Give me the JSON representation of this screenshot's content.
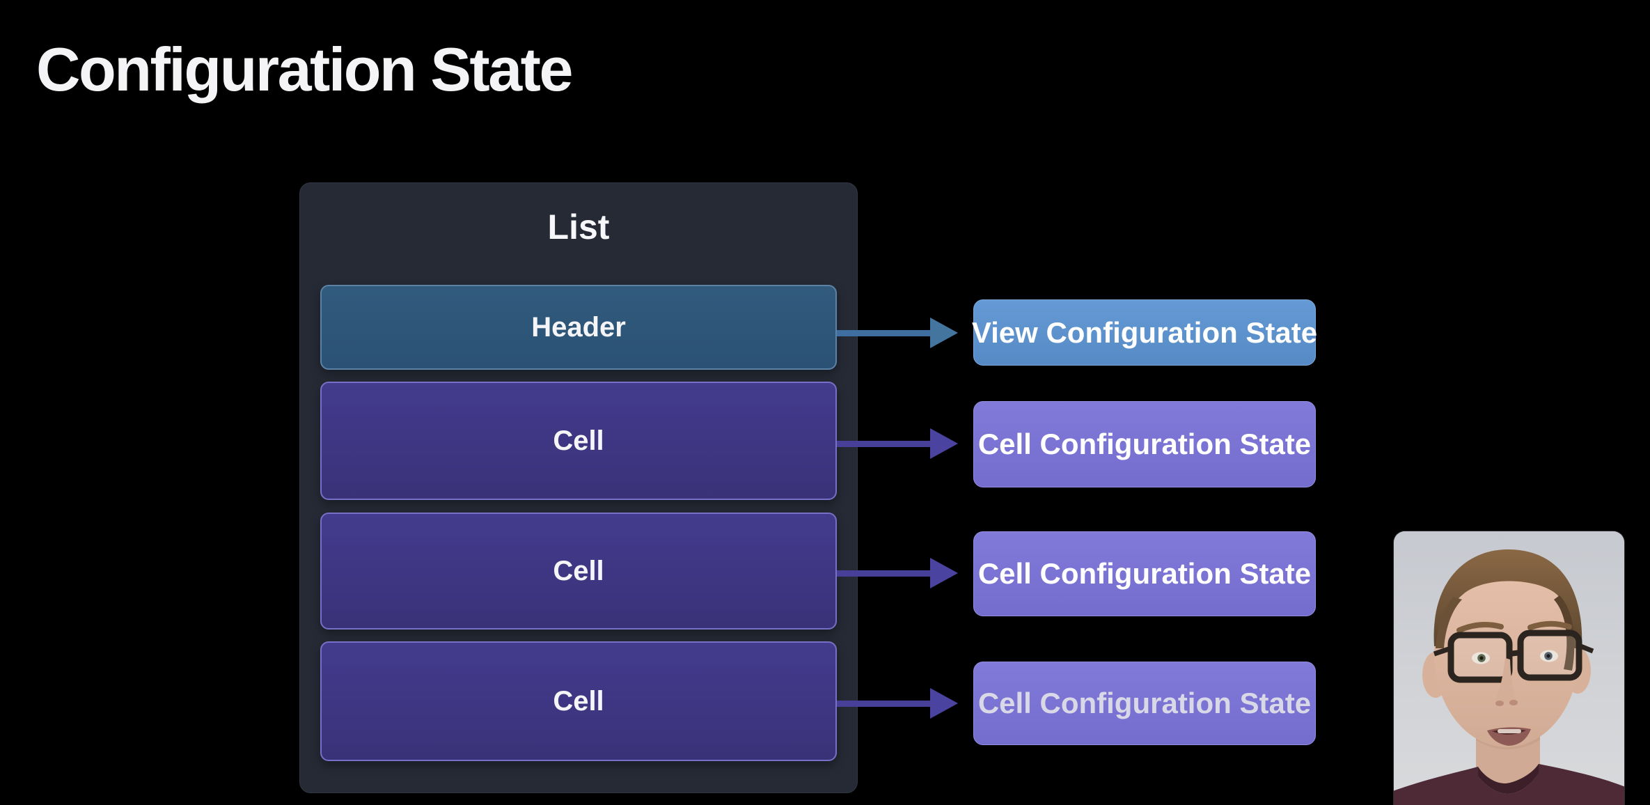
{
  "slide": {
    "title": "Configuration State",
    "background_color": "#000000",
    "title_color": "#f4f4f6"
  },
  "diagram": {
    "list": {
      "title": "List",
      "container_color": "#252a35",
      "rows": [
        {
          "label": "Header",
          "type": "header",
          "fill_color": "#2e5678",
          "border_color": "#5c82a6"
        },
        {
          "label": "Cell",
          "type": "cell",
          "fill_color": "#3e3783",
          "border_color": "#7670c6"
        },
        {
          "label": "Cell",
          "type": "cell",
          "fill_color": "#3e3783",
          "border_color": "#7670c6"
        },
        {
          "label": "Cell",
          "type": "cell",
          "fill_color": "#3e3783",
          "border_color": "#7670c6"
        }
      ]
    },
    "arrows": [
      {
        "from": "Header",
        "to": "View Configuration State",
        "color": "#3e6fa0"
      },
      {
        "from": "Cell",
        "to": "Cell Configuration State",
        "color": "#474099"
      },
      {
        "from": "Cell",
        "to": "Cell Configuration State",
        "color": "#474099"
      },
      {
        "from": "Cell",
        "to": "Cell Configuration State",
        "color": "#474099"
      }
    ],
    "state_boxes": [
      {
        "label": "View Configuration State",
        "fill_color": "#5b90ca"
      },
      {
        "label": "Cell Configuration State",
        "fill_color": "#7b74d4"
      },
      {
        "label": "Cell Configuration State",
        "fill_color": "#7b74d4"
      },
      {
        "label": "Cell Configuration State",
        "fill_color": "#7873cf"
      }
    ]
  },
  "presenter_video": {
    "description": "Presenter webcam: man with short brown hair and dark rectangular glasses, dark maroon collared shirt, light gray background",
    "background_color": "#ced0d4",
    "shirt_color": "#4e2936"
  }
}
